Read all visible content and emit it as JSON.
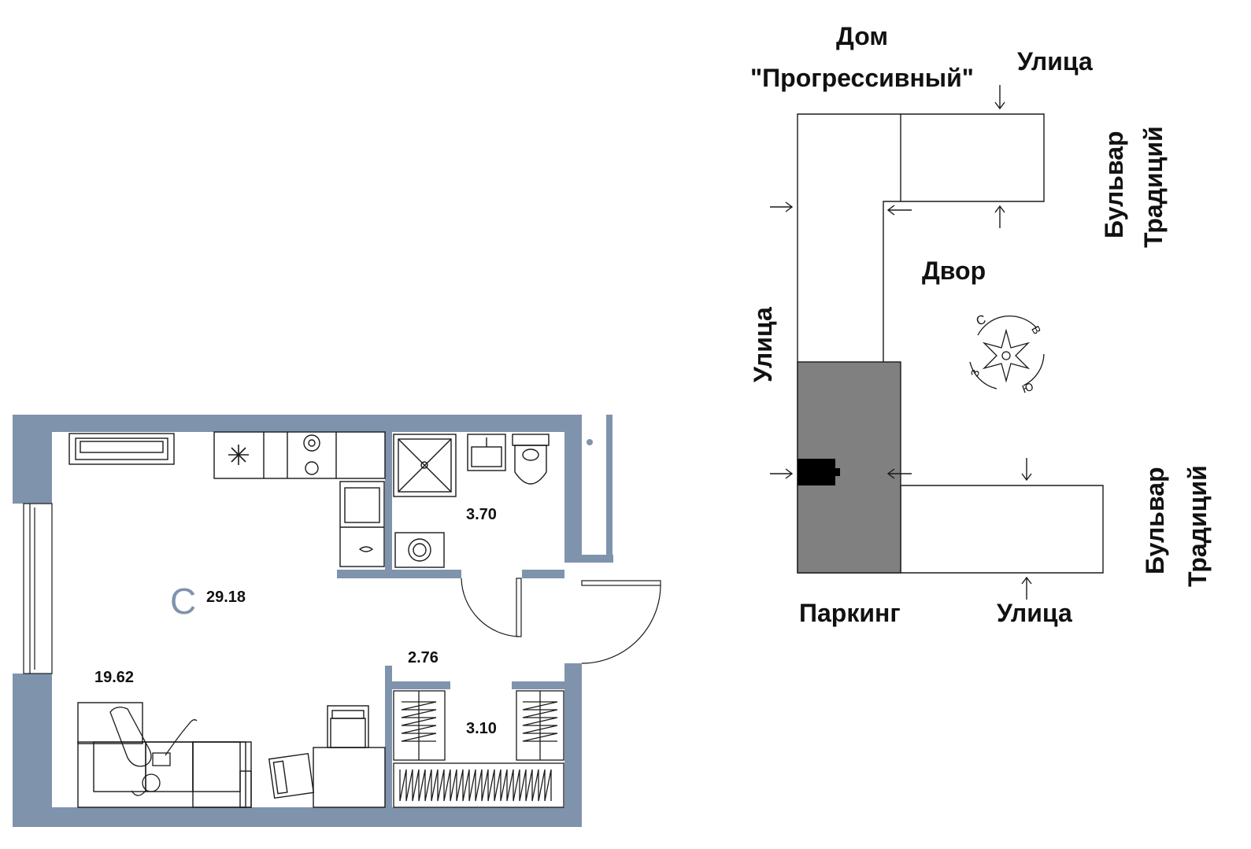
{
  "colors": {
    "wall": "#7f93ad",
    "line": "#1a1a1a",
    "parking": "#808080",
    "accent_type": "#7f93ad"
  },
  "plan": {
    "type_letter": "С",
    "total_area": "29.18",
    "living_area": "19.62",
    "bathroom_area": "3.70",
    "hall_area": "2.76",
    "wardrobe_area": "3.10"
  },
  "site": {
    "house_line1": "Дом",
    "house_line2": "\"Прогрессивный\"",
    "street_top": "Улица",
    "street_left": "Улица",
    "street_bottom": "Улица",
    "boulevard_top_1": "Бульвар",
    "boulevard_top_2": "Традиций",
    "boulevard_bottom_1": "Бульвар",
    "boulevard_bottom_2": "Традиций",
    "yard": "Двор",
    "parking": "Паркинг",
    "compass": {
      "n": "С",
      "e": "В",
      "s": "Ю",
      "w": "З"
    }
  }
}
